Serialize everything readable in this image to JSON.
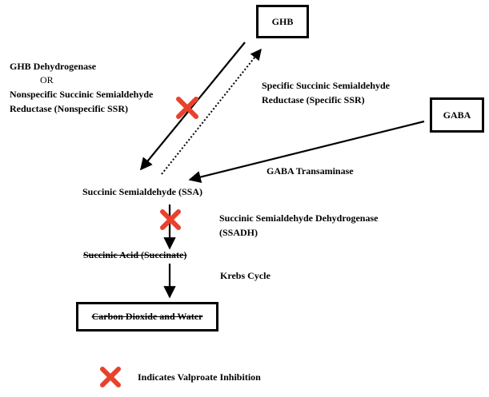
{
  "nodes": {
    "ghb": "GHB",
    "gaba": "GABA",
    "ssa": "Succinic Semialdehyde (SSA)",
    "succinic_acid": "Succinic Acid (Succinate)",
    "co2_water": "Carbon Dioxide and Water"
  },
  "enzymes": {
    "ghb_dehydrogenase": "GHB Dehydrogenase",
    "or": "OR",
    "nonspecific_ssr_line1": "Nonspecific Succinic Semialdehyde",
    "nonspecific_ssr_line2": "Reductase (Nonspecific SSR)",
    "specific_ssr_line1": "Specific Succinic Semialdehyde",
    "specific_ssr_line2": "Reductase (Specific SSR)",
    "gaba_transaminase": "GABA Transaminase",
    "ssadh_line1": "Succinic Semialdehyde Dehydrogenase",
    "ssadh_line2": "(SSADH)",
    "krebs_cycle": "Krebs Cycle"
  },
  "legend": {
    "text": "Indicates Valproate Inhibition",
    "icon": "red-x-icon",
    "color": "#e8412c"
  }
}
